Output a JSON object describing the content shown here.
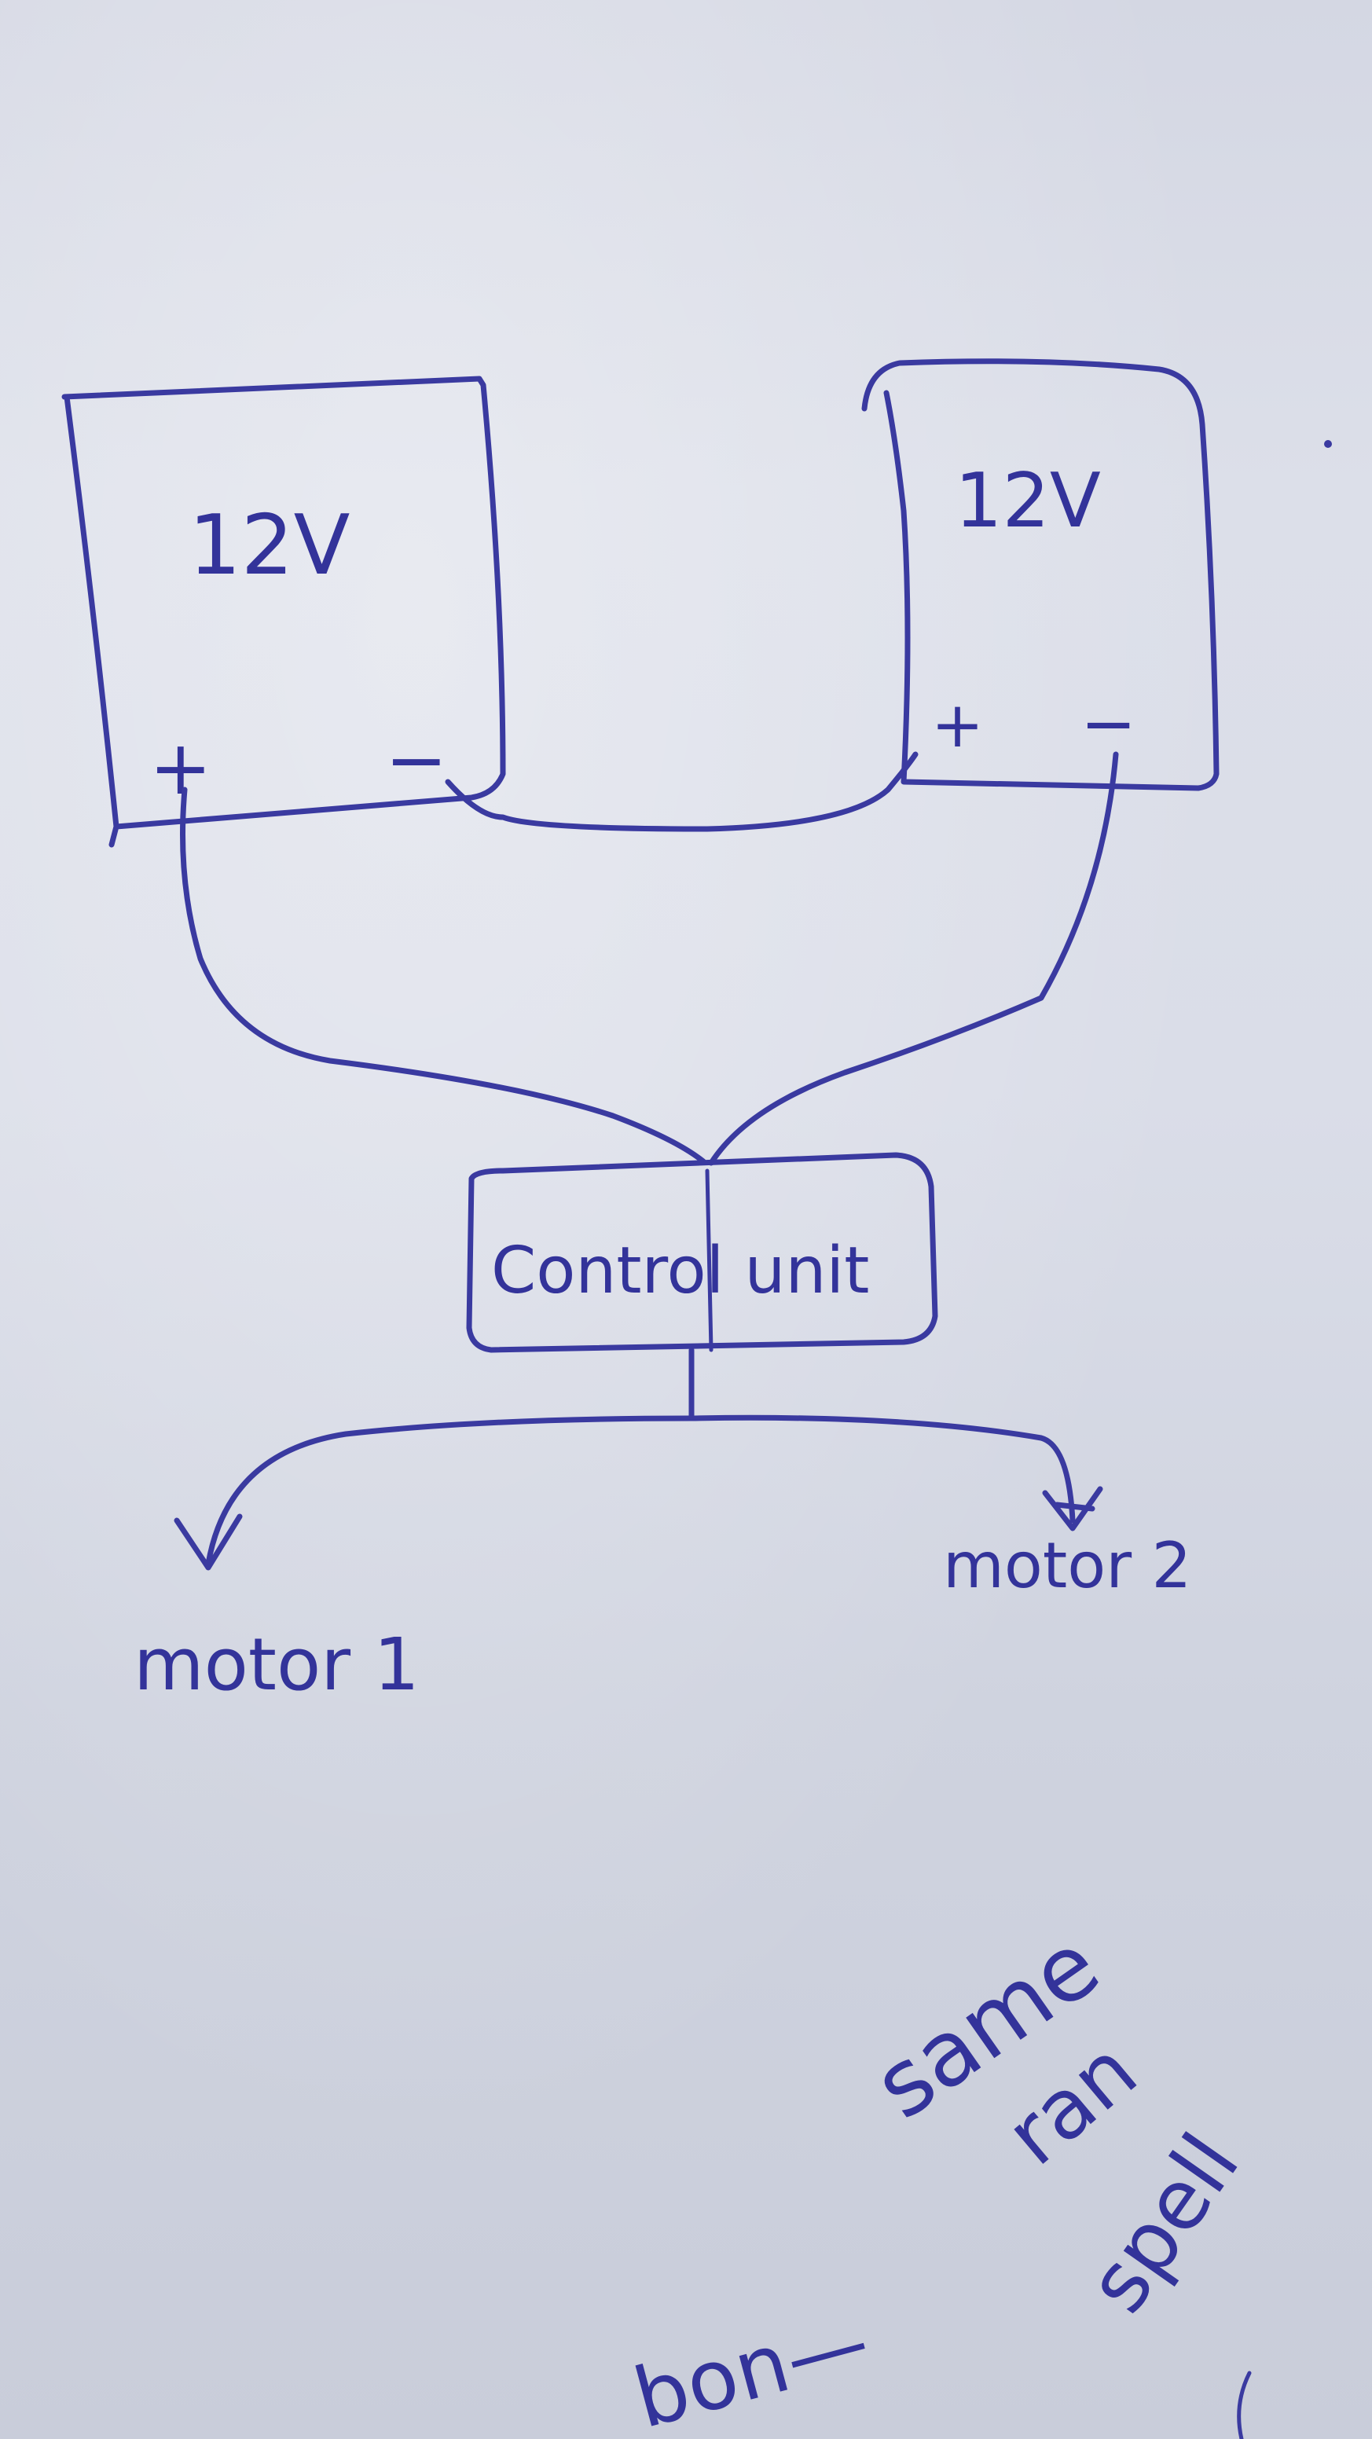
{
  "diagram": {
    "battery_left": {
      "label": "12V",
      "plus": "+",
      "minus": "−"
    },
    "battery_right": {
      "label": "12V",
      "plus": "+",
      "minus": "−"
    },
    "control_unit": {
      "label": "Control unit"
    },
    "motor_1": {
      "label": "motor 1"
    },
    "motor_2": {
      "label": "motor 2"
    },
    "margin_note": {
      "words": [
        "same",
        "ran",
        "spell",
        "bon—"
      ]
    }
  },
  "colors": {
    "ink": "#3a3aa0",
    "paper": "#d8dbe6"
  }
}
